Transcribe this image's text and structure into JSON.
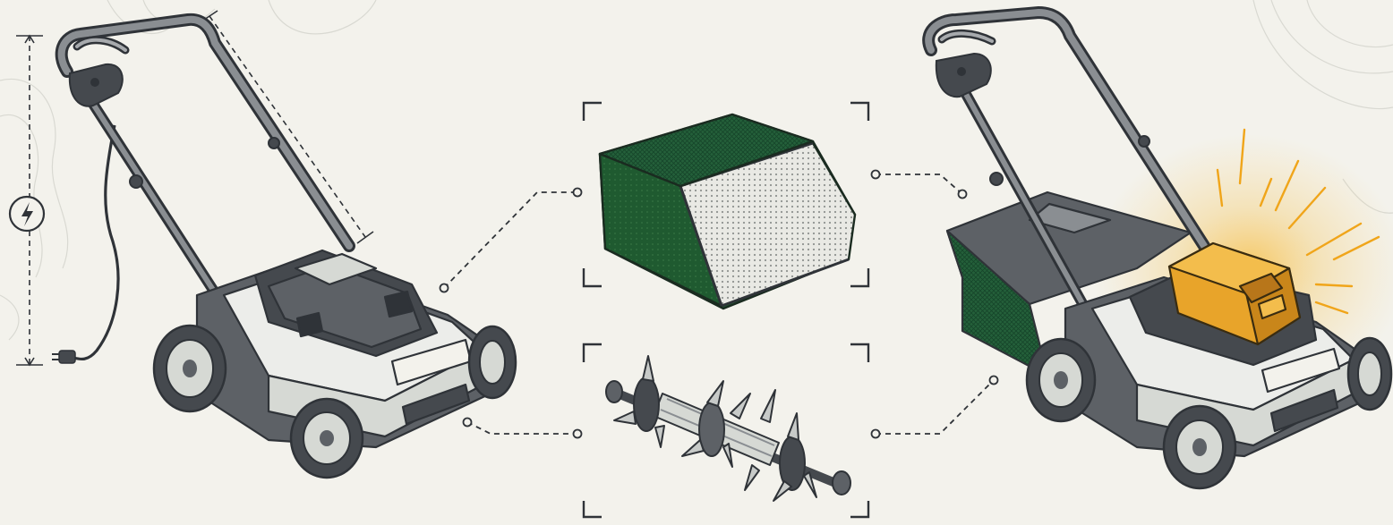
{
  "diagram": {
    "background": "#f3f2ec",
    "ink": "#2f3338",
    "colors": {
      "body_gray": "#5d6166",
      "body_dark": "#45494e",
      "body_light": "#d6d9d4",
      "shell_white": "#ecedea",
      "grass_bag_green": "#1f5a30",
      "battery_orange": "#e8a42a",
      "battery_glow": "#f6c14e",
      "contour_lines": "#d9d9d2"
    },
    "icons": {
      "power": "lightning-bolt-icon"
    },
    "panels": [
      {
        "id": "corded-mower",
        "kind": "illustration",
        "icon": "mower-corded"
      },
      {
        "id": "grass-collection-bag",
        "kind": "accessory",
        "icon": "grass-bag"
      },
      {
        "id": "scarifier-roller",
        "kind": "accessory",
        "icon": "spiked-roller"
      },
      {
        "id": "cordless-mower",
        "kind": "illustration",
        "icon": "mower-battery"
      }
    ]
  }
}
